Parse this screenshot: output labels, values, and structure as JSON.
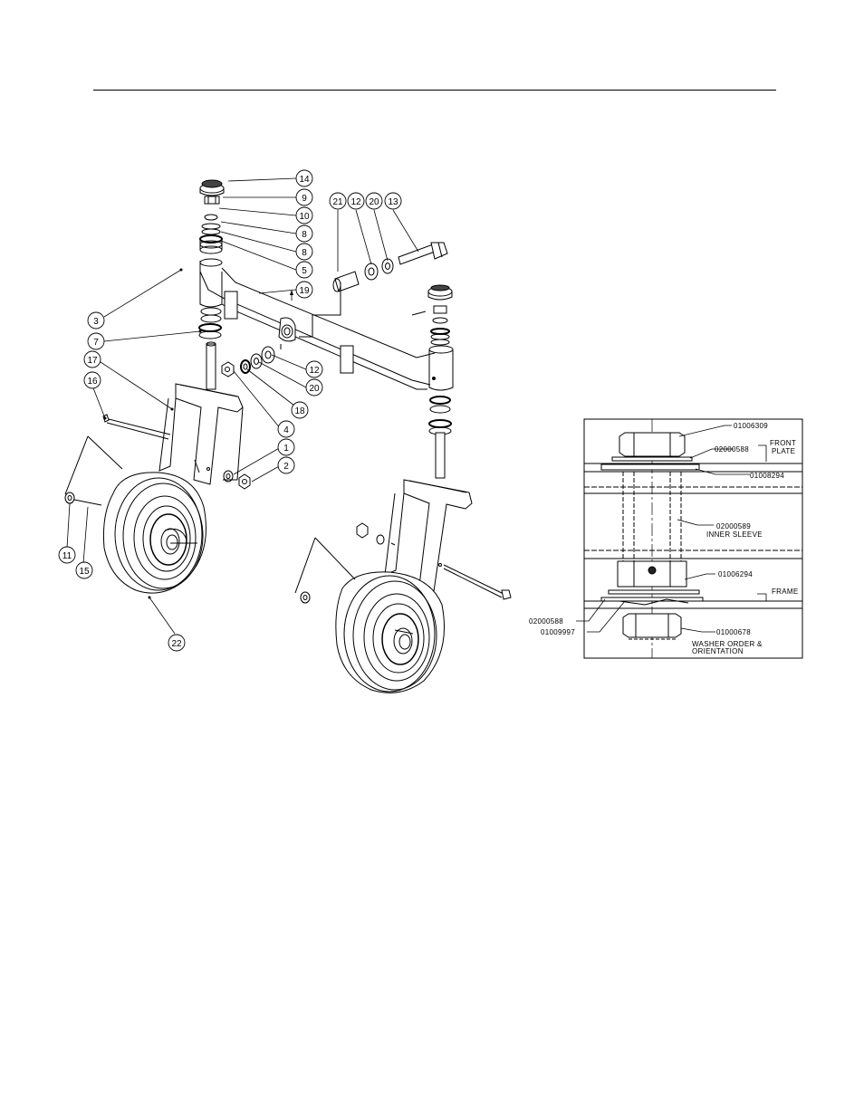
{
  "exploded_view": {
    "callouts": [
      {
        "id": "1"
      },
      {
        "id": "2"
      },
      {
        "id": "3"
      },
      {
        "id": "4"
      },
      {
        "id": "5"
      },
      {
        "id": "7"
      },
      {
        "id": "8a",
        "label": "8"
      },
      {
        "id": "8b",
        "label": "8"
      },
      {
        "id": "9"
      },
      {
        "id": "10"
      },
      {
        "id": "11"
      },
      {
        "id": "12a",
        "label": "12"
      },
      {
        "id": "12b",
        "label": "12"
      },
      {
        "id": "13"
      },
      {
        "id": "14"
      },
      {
        "id": "15"
      },
      {
        "id": "16"
      },
      {
        "id": "17"
      },
      {
        "id": "18"
      },
      {
        "id": "19"
      },
      {
        "id": "20a",
        "label": "20"
      },
      {
        "id": "20b",
        "label": "20"
      },
      {
        "id": "21"
      },
      {
        "id": "22"
      }
    ]
  },
  "labels": {
    "c1": "1",
    "c2": "2",
    "c3": "3",
    "c4": "4",
    "c5": "5",
    "c7": "7",
    "c8a": "8",
    "c8b": "8",
    "c9": "9",
    "c10": "10",
    "c11": "11",
    "c12a": "12",
    "c12b": "12",
    "c13": "13",
    "c14": "14",
    "c15": "15",
    "c16": "16",
    "c17": "17",
    "c18": "18",
    "c19": "19",
    "c20a": "20",
    "c20b": "20",
    "c21": "21",
    "c22": "22"
  },
  "detail": {
    "bolt": "01006309",
    "washer_top": "02000588",
    "front_plate": [
      "FRONT",
      "PLATE"
    ],
    "washer_top_lower": "01008294",
    "inner_sleeve_part": "02000589",
    "inner_sleeve": "INNER SLEEVE",
    "washer_mid": "01006294",
    "frame": "FRAME",
    "washer_bottom_left": "02000588",
    "washer_bottom_left2": "01009997",
    "nut": "01000678",
    "note_line1": "WASHER ORDER &",
    "note_line2": "ORIENTATION"
  }
}
